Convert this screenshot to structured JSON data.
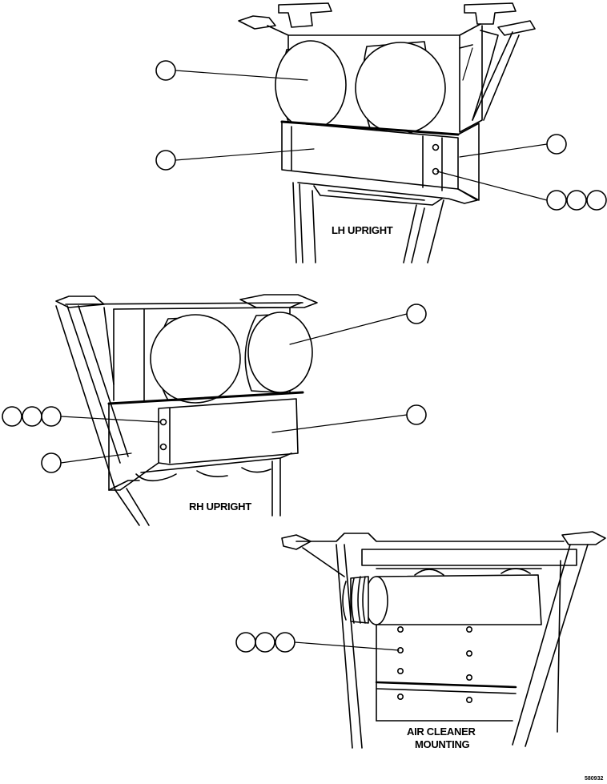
{
  "views": {
    "lh": {
      "caption": "LH UPRIGHT"
    },
    "rh": {
      "caption": "RH UPRIGHT"
    },
    "mount": {
      "caption_line1": "AIR CLEANER",
      "caption_line2": "MOUNTING"
    }
  },
  "figure_number": "580932",
  "colors": {
    "ink": "#000000",
    "paper": "#ffffff"
  }
}
